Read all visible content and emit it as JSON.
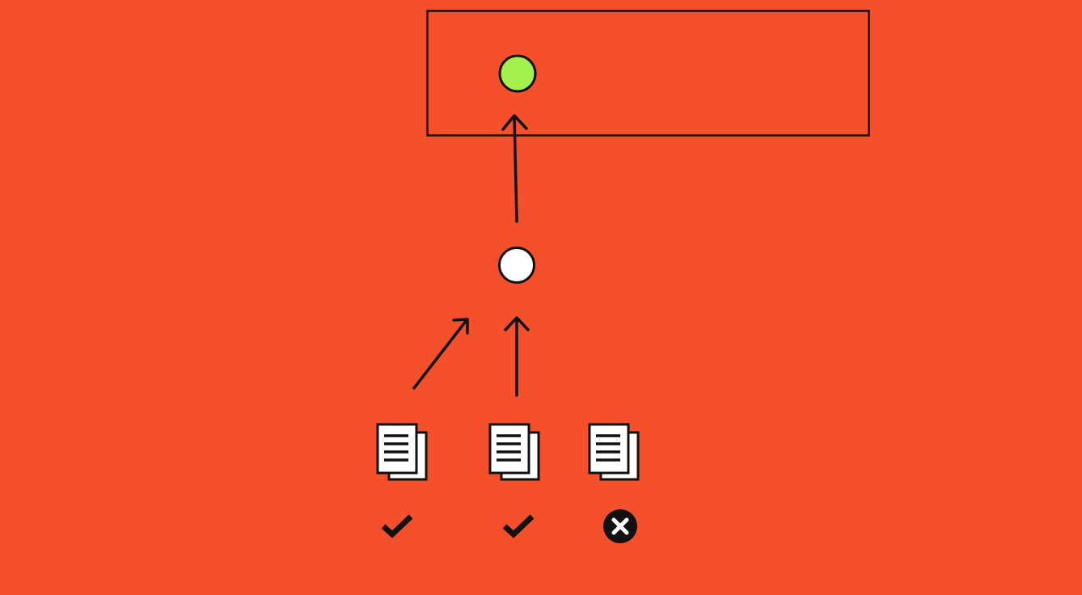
{
  "colors": {
    "background": "#F4502B",
    "stroke": "#111111",
    "target_node": "#A4F04F",
    "intermediate_node": "#FFFFFF",
    "document_fill": "#FFFFFF",
    "reject_icon": "#111111"
  },
  "nodes": {
    "target": {
      "icon": "green-circle"
    },
    "intermediate": {
      "icon": "white-circle"
    }
  },
  "documents": [
    {
      "icon": "document-stack-icon",
      "status": "accepted",
      "status_icon": "checkmark-icon"
    },
    {
      "icon": "document-stack-icon",
      "status": "accepted",
      "status_icon": "checkmark-icon"
    },
    {
      "icon": "document-stack-icon",
      "status": "rejected",
      "status_icon": "x-circle-icon"
    }
  ]
}
